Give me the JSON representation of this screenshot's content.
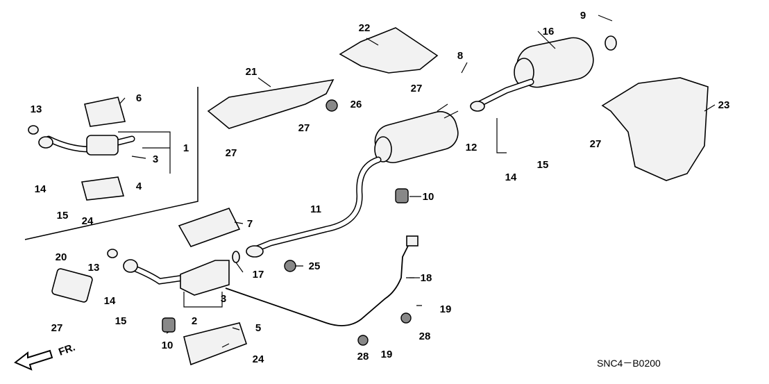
{
  "callouts": [
    "13",
    "6",
    "1",
    "3",
    "4",
    "14",
    "15",
    "24",
    "21",
    "22",
    "8",
    "27",
    "26",
    "27",
    "27",
    "9",
    "16",
    "23",
    "27",
    "12",
    "14",
    "15",
    "10",
    "11",
    "7",
    "20",
    "13",
    "17",
    "25",
    "18",
    "3",
    "14",
    "2",
    "15",
    "27",
    "10",
    "5",
    "24",
    "19",
    "28",
    "28",
    "19"
  ],
  "diagram_code": "SNC4－B0200",
  "front_indicator": "FR.",
  "colors": {
    "line": "#000000",
    "background": "#ffffff"
  }
}
